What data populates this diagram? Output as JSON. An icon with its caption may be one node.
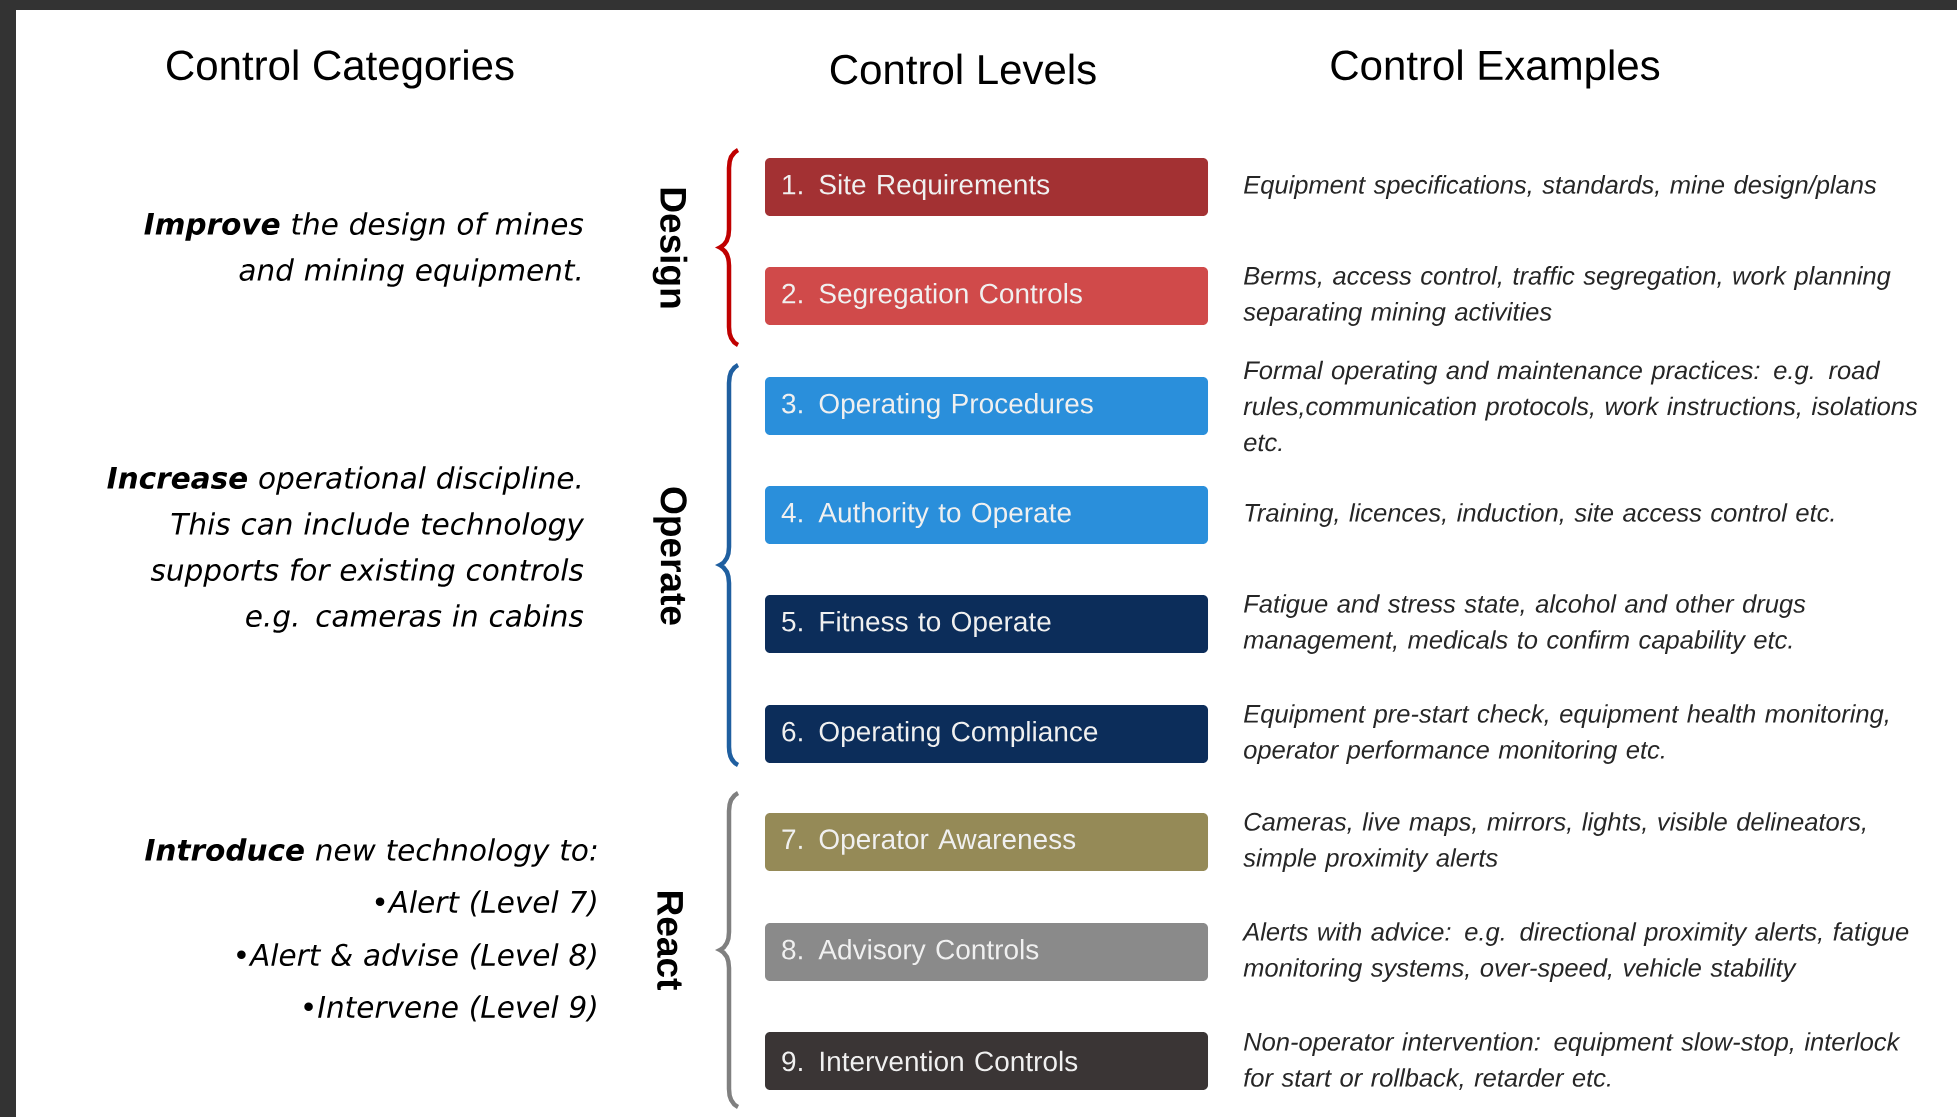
{
  "diagram": {
    "nodes": [
      {
        "text": [
          "1. Site Requirements"
        ],
        "beside": [
          "Equipment specifications, standards, mine design/plans"
        ]
      },
      {
        "text": [
          "2. Segregation Controls"
        ],
        "beside": [
          "Berms, access control, traffic segregation, work planning separating mining activities"
        ]
      },
      {
        "text": [
          "3. Operating Procedures"
        ],
        "beside": [
          "Formal operating and maintenance practices: e.g. road rules,communication protocols, work instructions, isolations etc."
        ]
      },
      {
        "text": [
          "4. Authority to Operate"
        ],
        "beside": [
          "Training, licences, induction, site access control etc."
        ]
      },
      {
        "text": [
          "5. Fitness to Operate"
        ],
        "beside": [
          "Fatigue and stress state, alcohol and other drugs management, medicals to confirm capability etc."
        ]
      },
      {
        "text": [
          "6. Operating Compliance"
        ],
        "beside": [
          "Equipment pre-start check, equipment health monitoring, operator performance monitoring etc."
        ]
      },
      {
        "text": [
          "7. Operator Awareness"
        ],
        "beside": [
          "Cameras, live maps, mirrors, lights, visible delineators, simple proximity alerts"
        ]
      },
      {
        "text": [
          "8. Advisory Controls"
        ],
        "beside": [
          "Alerts with advice: e.g. directional proximity alerts, fatigue monitoring systems, over-speed, vehicle stability"
        ]
      },
      {
        "text": [
          "9. Intervention Controls"
        ],
        "beside": [
          "Non-operator intervention: equipment slow-stop, interlock for start or rollback, retarder etc."
        ]
      }
    ],
    "labels": [
      "Control Categories",
      "Control Levels",
      "Control Examples",
      "**Improve** the design of mines and mining equipment.",
      "Design",
      "**Increase** operational discipline. This can include technology supports for existing controls e.g. cameras in cabins",
      "Operate",
      "**Introduce** new technology to:",
      "•Alert (Level 7)",
      "•Alert & advise (Level 8)",
      "•Intervene (Level 9)",
      "React"
    ]
  }
}
